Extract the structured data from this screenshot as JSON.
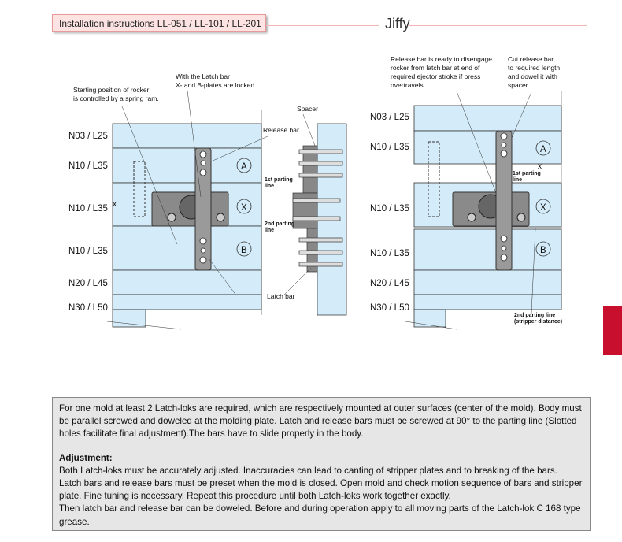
{
  "header": {
    "title": "Installation instructions LL-051 / LL-101 / LL-201",
    "brand": "Jiffy"
  },
  "left_diagram": {
    "plates": [
      "N03 / L25",
      "N10 / L35",
      "N10 / L35",
      "N10 / L35",
      "N20 / L45",
      "N30 / L50"
    ],
    "notes": {
      "rocker_1": "Starting position of rocker",
      "rocker_2": "is controlled by a spring ram.",
      "latch_1": "With the Latch bar",
      "latch_2": "X- and B-plates are locked",
      "spacer": "Spacer",
      "release_bar": "Release bar",
      "pl1_1": "1st parting",
      "pl1_2": "line",
      "pl2_1": "2nd parting",
      "pl2_2": "line",
      "latch_bar": "Latch bar"
    },
    "plate_marks": [
      "A",
      "X",
      "B"
    ],
    "dim": "x"
  },
  "right_diagram": {
    "plates": [
      "N03 / L25",
      "N10 / L35",
      "N10 / L35",
      "N10 / L35",
      "N20 / L45",
      "N30 / L50"
    ],
    "notes": {
      "release_1": "Release bar is ready to disengage",
      "release_2": "rocker from latch bar at end of",
      "release_3": "required ejector stroke if press",
      "release_4": "overtravels",
      "cut_1": "Cut release bar",
      "cut_2": "to required length",
      "cut_3": "and dowel it with",
      "cut_4": "spacer.",
      "pl1_1": "1st parting",
      "pl1_2": "line",
      "pl2_1": "2nd parting line",
      "pl2_2": "(stripper distance)"
    },
    "plate_marks": [
      "A",
      "X",
      "B"
    ],
    "dim": "x"
  },
  "instructions": {
    "p1": "For one mold at least 2 Latch-loks are required, which are respectively mounted at outer surfaces (center of the mold). Body must be parallel screwed and doweled at the molding plate. Latch and release bars must be screwed at 90° to the parting line (Slotted holes facilitate final adjustment).The bars have to slide properly in the body.",
    "heading": "Adjustment:",
    "p2": "Both Latch-loks must be accurately adjusted. Inaccuracies can lead to canting of stripper plates and to breaking of the bars.",
    "p3": "Latch bars and release bars must be preset when the mold is closed. Open mold and check motion sequence of bars and stripper plate. Fine tuning is necessary. Repeat this procedure until both Latch-loks work together exactly.",
    "p4": "Then latch bar and release bar can be doweled. Before and during operation apply to all moving parts of the Latch-lok C 168 type grease."
  }
}
